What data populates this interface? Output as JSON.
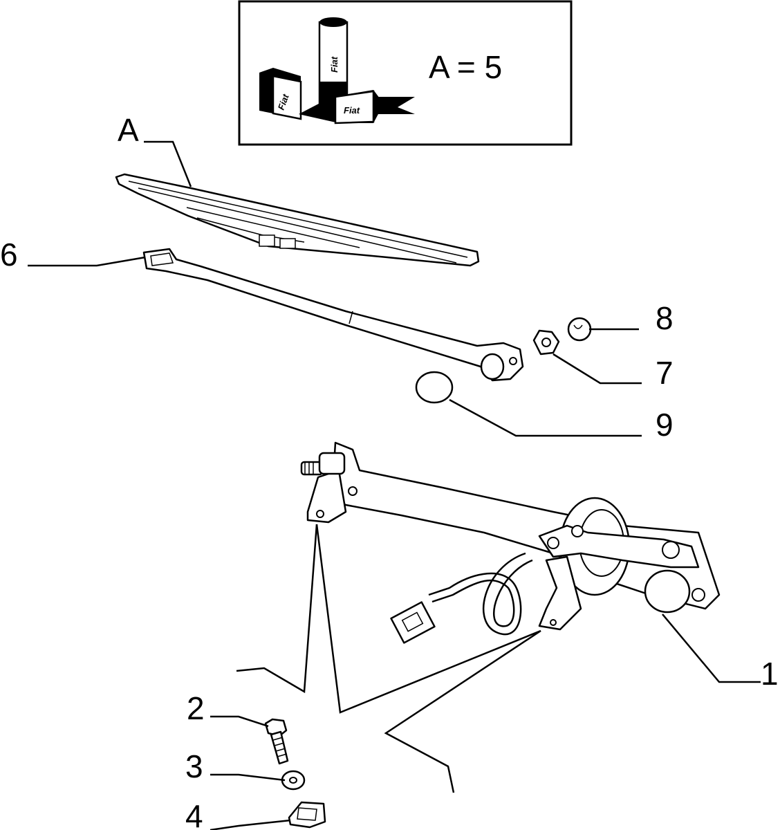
{
  "legend": {
    "equation": "A = 5",
    "brand_top": "Fiat",
    "brand_left": "Fiat",
    "brand_right": "Fiat"
  },
  "callouts": {
    "A": "A",
    "1": "1",
    "2": "2",
    "3": "3",
    "4": "4",
    "6": "6",
    "7": "7",
    "8": "8",
    "9": "9"
  }
}
